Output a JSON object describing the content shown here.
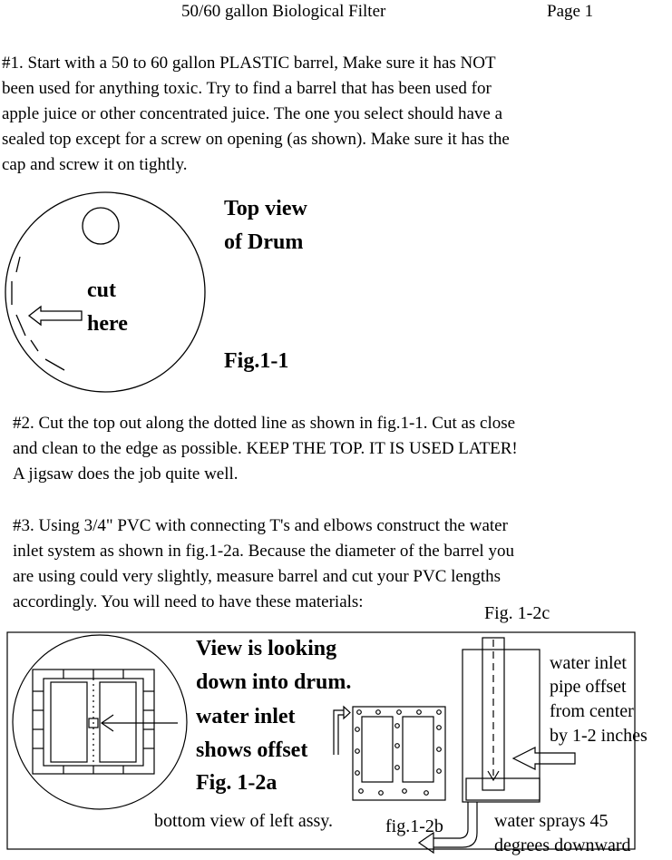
{
  "header": {
    "title": "50/60 gallon Biological Filter",
    "page": "Page 1"
  },
  "step1": {
    "lines": [
      "#1. Start with a 50 to 60 gallon PLASTIC barrel,  Make sure it has NOT",
      "been used for anything toxic.  Try to find a barrel that has been used for",
      "apple juice or other concentrated juice.  The one you select should have a",
      "sealed top except for a screw on opening (as shown).  Make sure it has the",
      "cap and screw it on tightly."
    ]
  },
  "fig11": {
    "title_line1": "Top view",
    "title_line2": "of Drum",
    "cut_line1": "cut",
    "cut_line2": "here",
    "caption": "Fig.1-1"
  },
  "step2": {
    "lines": [
      "#2.  Cut the top out along the dotted line as shown in fig.1-1.  Cut as close",
      "and clean to the edge as possible.  KEEP THE TOP.  IT IS USED LATER!",
      "A jigsaw does the job quite well."
    ]
  },
  "step3": {
    "lines": [
      "#3. Using 3/4\" PVC with connecting T's and elbows construct the water",
      "inlet system as shown in fig.1-2a.  Because the diameter of the barrel you",
      "are using could very  slightly, measure barrel and cut your PVC lengths",
      "accordingly.  You will need to have these materials:"
    ]
  },
  "fig12": {
    "fig_c_label": "Fig. 1-2c",
    "view_lines": [
      "View is looking",
      "down into drum.",
      "water inlet",
      "shows offset",
      "Fig. 1-2a"
    ],
    "bottom_view": "bottom view of left assy.",
    "fig_b_label": "fig.1-2b",
    "inlet_lines": [
      "water inlet",
      "pipe offset",
      "from center",
      "by 1-2 inches"
    ],
    "spray_lines": [
      "water sprays 45",
      "degrees downward"
    ]
  }
}
